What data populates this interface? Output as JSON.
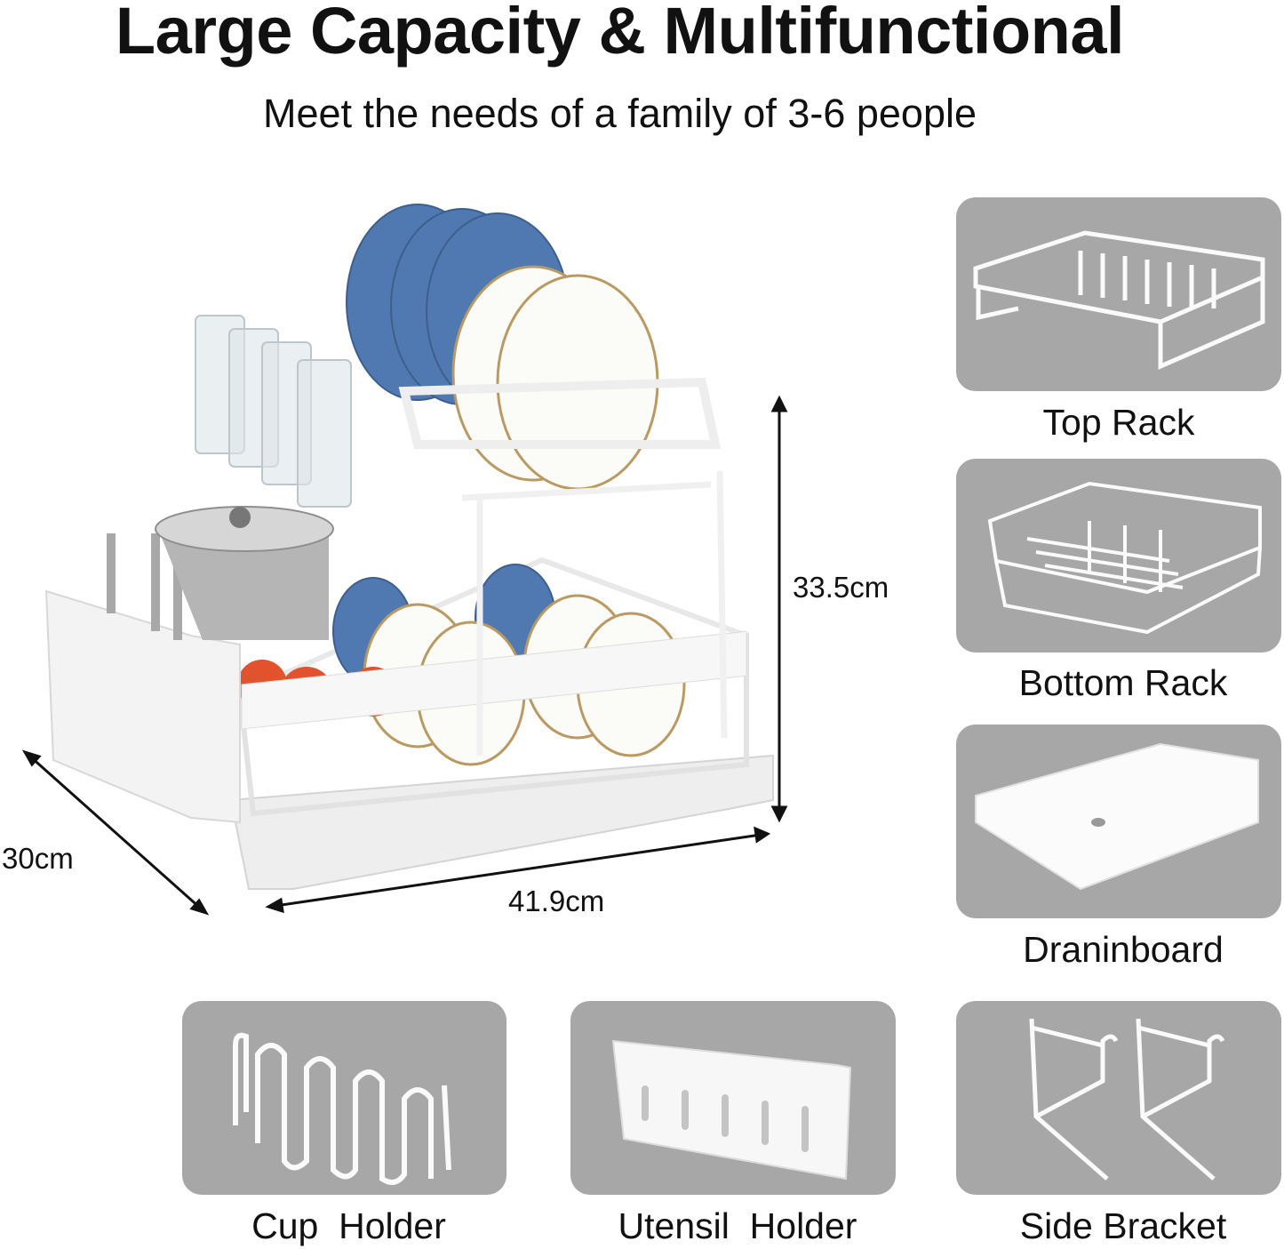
{
  "header": {
    "title": "Large Capacity & Multifunctional",
    "subtitle": "Meet the needs of a family of 3-6 people"
  },
  "dimensions": {
    "height": "33.5cm",
    "depth": "30cm",
    "width": "41.9cm"
  },
  "components": [
    {
      "label": "Top Rack"
    },
    {
      "label": "Bottom Rack"
    },
    {
      "label": "Draninboard"
    },
    {
      "label": "Cup  Holder"
    },
    {
      "label": "Utensil  Holder"
    },
    {
      "label": "Side Bracket"
    }
  ],
  "colors": {
    "tile_bg": "#a7a7a7",
    "plate_blue": "#4f79b0",
    "rack_white": "#f4f4f4"
  }
}
